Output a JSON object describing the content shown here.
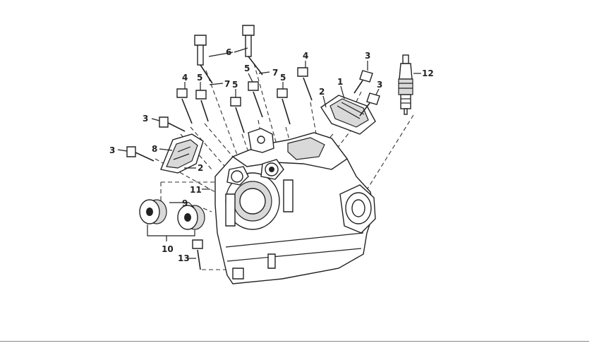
{
  "diagram": {
    "callouts": {
      "c1": "1",
      "c2a": "2",
      "c2b": "2",
      "c3a": "3",
      "c3b": "3",
      "c3c": "3",
      "c3d": "3",
      "c4a": "4",
      "c4b": "4",
      "c5a": "5",
      "c5b": "5",
      "c5c": "5",
      "c5d": "5",
      "c6": "6",
      "c7a": "7",
      "c7b": "7",
      "c8": "8",
      "c9": "9",
      "c10": "10",
      "c11": "11",
      "c12": "12",
      "c13": "13"
    }
  }
}
